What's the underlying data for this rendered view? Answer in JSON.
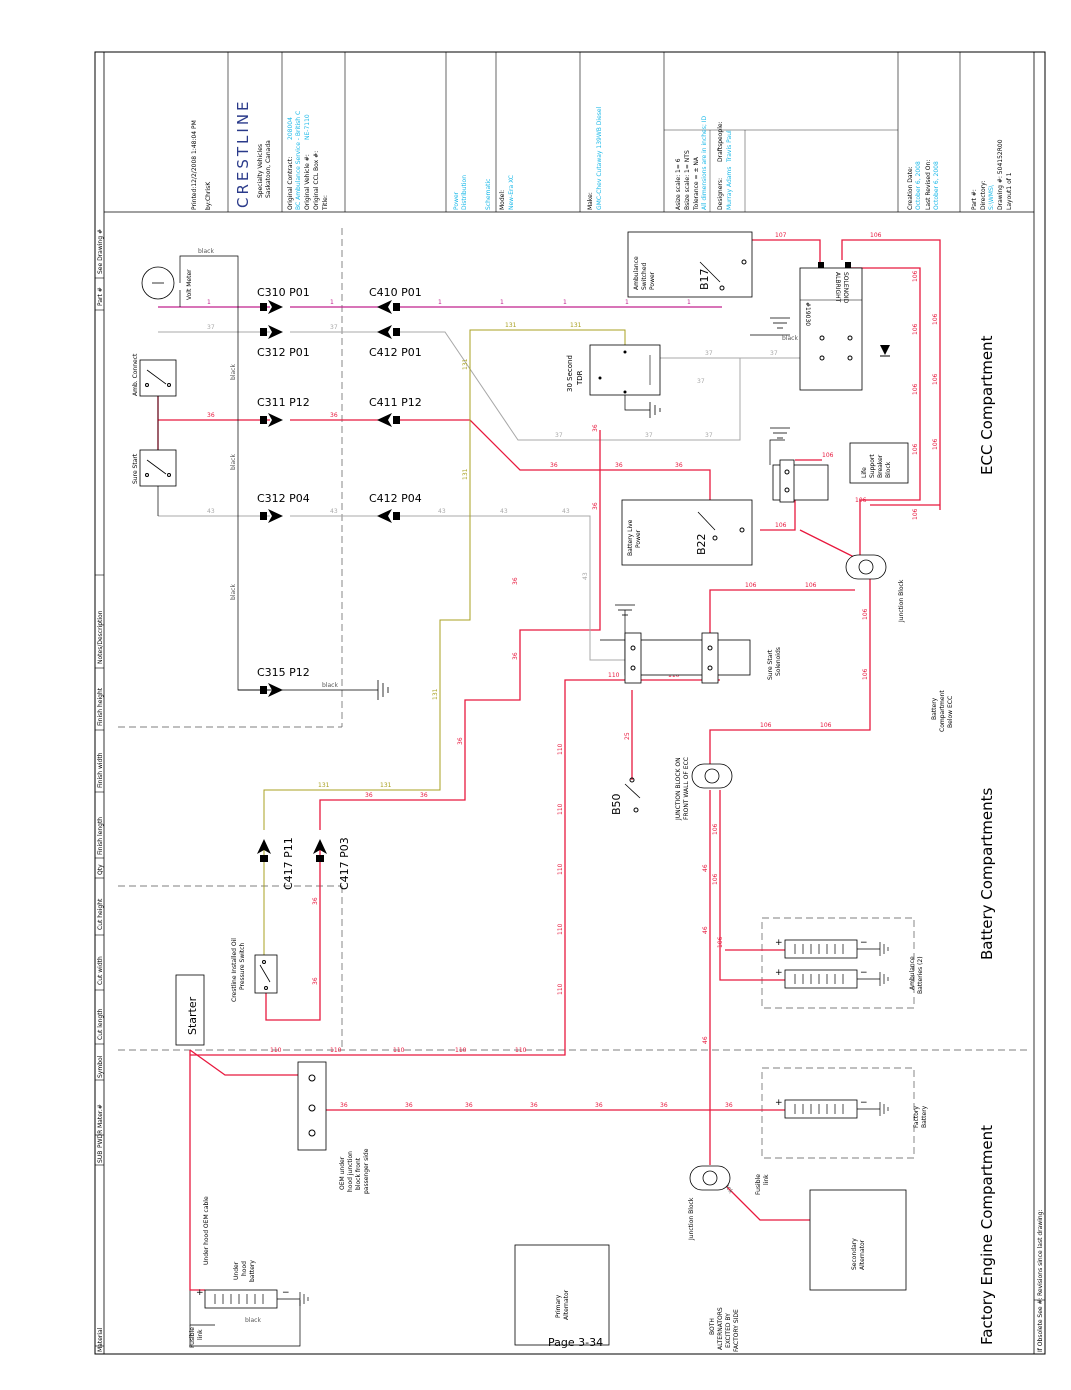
{
  "title_block": {
    "printed": "Printed:12/2/2008 1:48:04 PM",
    "printed_by": "by:ChrisK",
    "logo_text": "CRESTLINE",
    "company_line1": "Specialty Vehicles",
    "company_line2": "Saskatoon, Canada",
    "original_contract_label": "Original Contract:",
    "original_contract_value": "208004",
    "customer_line": "BC Ambulance Service - British C",
    "original_vehicle_label": "Original Vehicle #:",
    "original_vehicle_value": "NE-7110",
    "original_ccl_box_label": "Original CCL Box #:",
    "title_label": "Title:",
    "title_value1": "Power",
    "title_value2": "Distribution",
    "title_value3": "Schematic",
    "model_label": "Model:",
    "model_value": "New-Era XC",
    "make_label": "Make:",
    "make_value": "GMC-Chev Cutaway 139WB Diesel",
    "asize_scale": "Asize scale: 1= 6",
    "bsize_scale": "Bsize scale: 1= NTS",
    "tolerance": "Tolerance = ± NA",
    "tolerance_extra": "All dimensions are in inches; ID",
    "designers_label": "Designers:",
    "designers_value": "Murray Adams",
    "draftspeople_label": "Draftspeople:",
    "draftspeople_value": "Travis Paul",
    "creation_date_label": "Creation Date:",
    "creation_date_value": "October 6, 2008",
    "last_revised_label": "Last Revised On:",
    "last_revised_value": "October 6, 2008",
    "part_label": "Part #:",
    "directory_label": "Directory:",
    "directory_value": "S:\\WMS\\",
    "drawing_label": "Drawing #: 504152R00",
    "layout_label": "Layout1 of 1"
  },
  "bottom_strip": {
    "material": "Material",
    "if_obsolete": "If Obsolete See #:",
    "revisions": "Revisions since last drawing:"
  },
  "left_header": [
    "SUB",
    "PWDR",
    "Mater.#",
    "Symbol",
    "Cut length",
    "Cut width",
    "Cut height",
    "Qty",
    "Finish length",
    "Finish width",
    "Finish height",
    "Notes/Description",
    "Part #",
    "See Drawing #"
  ],
  "sections": {
    "ecc": "ECC Compartment",
    "battery": "Battery Compartments",
    "engine": "Factory Engine Compartment"
  },
  "connectors": {
    "c310": "C310 P01",
    "c410": "C410 P01",
    "c312a": "C312 P01",
    "c412a": "C412 P01",
    "c311": "C311 P12",
    "c411": "C411 P12",
    "c312b": "C312 P04",
    "c412b": "C412 P04",
    "c315": "C315 P12",
    "c417a": "C417 P11",
    "c417b": "C417 P03"
  },
  "components": {
    "volt_meter": "Volt Meter",
    "amb_connect": "Amb. Connect",
    "sure_start": "Sure Start",
    "tdr_line1": "30 Second",
    "tdr_line2": "TDR",
    "amb_power1": "Ambulance",
    "amb_power2": "Switched",
    "amb_power3": "Power",
    "b17": "B17",
    "albright1": "ALBRIGHT",
    "albright2": "SOLENOID",
    "albright_num": "#19030",
    "life_support1": "Life",
    "life_support2": "Support",
    "life_support3": "Breaker",
    "life_support4": "Block",
    "battery_live1": "Battery Live",
    "battery_live2": "Power",
    "b22": "B22",
    "junction_block": "Junction Block",
    "sure_start_sol1": "Sure Start",
    "sure_start_sol2": "Solenoids",
    "b50": "B50",
    "jb_front1": "JUNCTION BLOCK ON",
    "jb_front2": "FRONT WALL OF ECC",
    "battery_comp1": "Battery",
    "battery_comp2": "Compartment",
    "battery_comp3": "Below ECC",
    "oil_switch1": "Crestline Installed Oil",
    "oil_switch2": "Pressure Switch",
    "amb_batteries1": "Ambulance",
    "amb_batteries2": "Batteries (2)",
    "starter": "Starter",
    "oem_block1": "OEM under",
    "oem_block2": "hood junction",
    "oem_block3": "block front",
    "oem_block4": "passenger side",
    "factory_battery1": "Factory",
    "factory_battery2": "Battery",
    "fusible_link_right1": "Fusible",
    "fusible_link_right2": "link",
    "junction_block2": "Junction Block",
    "secondary_alt1": "Secondary",
    "secondary_alt2": "Alternator",
    "under_hood_cable": "Under hood OEM cable",
    "under_hood_batt1": "Under",
    "under_hood_batt2": "hood",
    "under_hood_batt3": "battery",
    "fusible_link_left1": "Fusible",
    "fusible_link_left2": "link",
    "primary_alt1": "Primary",
    "primary_alt2": "Alternator",
    "page": "Page 3-34",
    "both_alt1": "BOTH",
    "both_alt2": "ALTERNATORS",
    "both_alt3": "EXCITED BY",
    "both_alt4": "FACTORY SIDE"
  },
  "wire_labels": {
    "w1": "1",
    "w37": "37",
    "w36": "36",
    "w43": "43",
    "w131": "131",
    "w106": "106",
    "w107": "107",
    "w110": "110",
    "w25": "25",
    "w46": "46",
    "black": "black"
  },
  "colors": {
    "wire_red": "#e8193e",
    "wire_magenta": "#c0208e",
    "wire_gray": "#a8a8a8",
    "wire_olive": "#a8a020",
    "line_black": "#000000",
    "cyan_text": "#19b8e8",
    "logo_blue": "#2a3a8a"
  }
}
